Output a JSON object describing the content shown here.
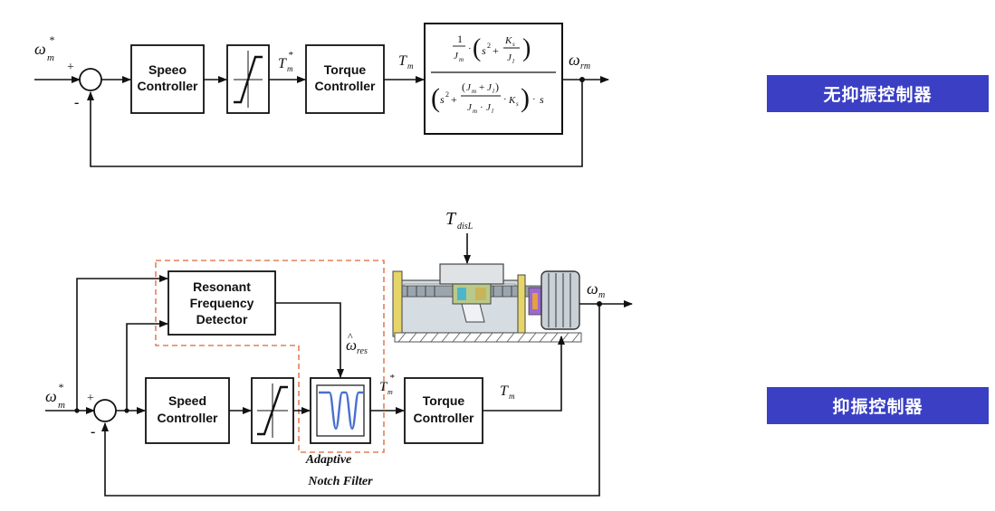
{
  "labels": {
    "no_suppression": "无抑振控制器",
    "suppression": "抑振控制器"
  },
  "top_diagram": {
    "input_symbol": "ω",
    "input_sub": "m",
    "input_sup": "*",
    "sum_plus": "+",
    "sum_minus": "-",
    "speed_controller_line1": "Speeo",
    "speed_controller_line2": "Controller",
    "torque_ref_symbol": "T",
    "torque_ref_sub": "m",
    "torque_ref_sup": "*",
    "torque_controller_line1": "Torque",
    "torque_controller_line2": "Controller",
    "torque_symbol": "T",
    "torque_sub": "m",
    "output_symbol": "ω",
    "output_sub": "rm"
  },
  "bottom_diagram": {
    "disturbance_symbol": "T",
    "disturbance_sub": "disL",
    "detector_line1": "Resonant",
    "detector_line2": "Frequency",
    "detector_line3": "Detector",
    "omega_res_symbol": "ω",
    "omega_res_sub": "res",
    "input_symbol": "ω",
    "input_sub": "m",
    "input_sup": "*",
    "sum_plus": "+",
    "sum_minus": "-",
    "speed_controller_line1": "Speed",
    "speed_controller_line2": "Controller",
    "torque_ref_symbol": "T",
    "torque_ref_sub": "m",
    "torque_ref_sup": "*",
    "torque_controller_line1": "Torque",
    "torque_controller_line2": "Controller",
    "torque_symbol": "T",
    "torque_sub": "m",
    "output_symbol": "ω",
    "output_sub": "m",
    "notch_label_line1": "Adaptive",
    "notch_label_line2": "Notch Filter"
  },
  "colors": {
    "label_bg": "#3a3fc4",
    "dashed_box": "#e0805a",
    "notch_curve": "#4a6fd0",
    "shaft_yellow": "#e6d66a",
    "shaft_grey": "#cfd6dc"
  }
}
